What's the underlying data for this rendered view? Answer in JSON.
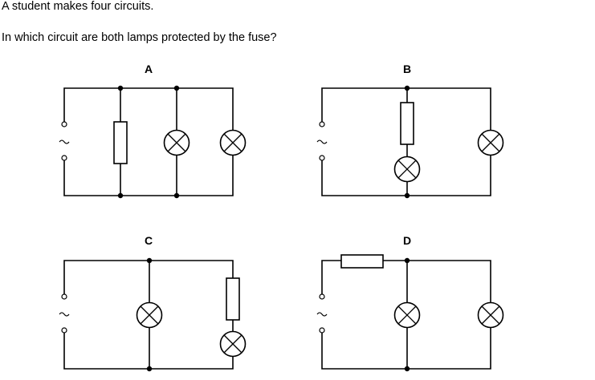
{
  "question": {
    "intro": "A student makes four circuits.",
    "prompt": "In which circuit are both lamps protected by the fuse?"
  },
  "circuits": [
    {
      "label": "A"
    },
    {
      "label": "B"
    },
    {
      "label": "C"
    },
    {
      "label": "D"
    }
  ]
}
